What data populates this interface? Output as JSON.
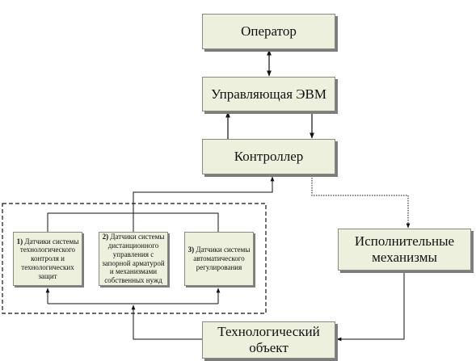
{
  "operator": {
    "label": "Оператор"
  },
  "control_computer": {
    "label": "Управляющая ЭВМ"
  },
  "controller": {
    "label": "Контроллер"
  },
  "actuators": {
    "line1": "Исполнительные",
    "line2": "механизмы"
  },
  "tech_object": {
    "line1": "Технологический",
    "line2": "объект"
  },
  "sensor_group": {
    "items": [
      {
        "number": "1)",
        "text": "Датчики системы технологического контроля и технологических защит"
      },
      {
        "number": "2)",
        "text": "Датчики системы дистанционного управления с запорной арматурой и механизмами собственных нужд"
      },
      {
        "number": "3)",
        "text": "Датчики системы автоматического регулирования"
      }
    ]
  },
  "colors": {
    "box_fill": "#eef0de",
    "box_border": "#8a8a80",
    "shadow": "#7d7d7d",
    "line": "#222222"
  }
}
